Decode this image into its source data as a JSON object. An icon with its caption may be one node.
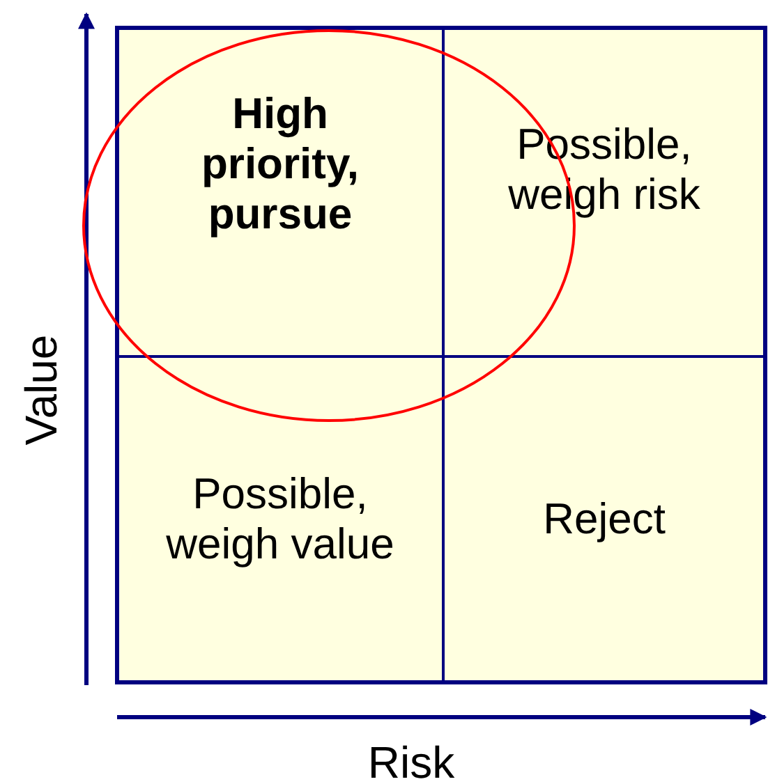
{
  "diagram": {
    "nodes": [
      {
        "text": [
          "High priority, pursue"
        ]
      },
      {
        "text": [
          "Possible, weigh risk"
        ]
      },
      {
        "text": [
          "Possible, weigh value"
        ]
      },
      {
        "text": [
          "Reject"
        ]
      }
    ],
    "labels": [
      "Value",
      "Risk"
    ]
  }
}
